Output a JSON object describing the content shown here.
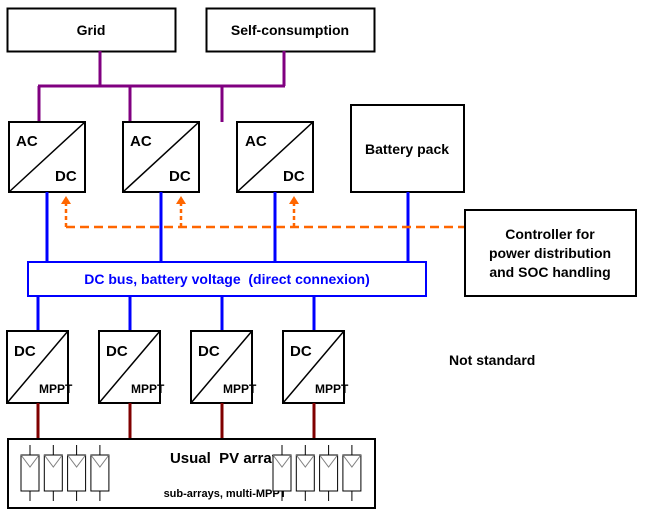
{
  "nodes": {
    "grid": "Grid",
    "self_consumption": "Self-consumption",
    "battery": "Battery pack",
    "controller": [
      "Controller for",
      "power distribution",
      "and SOC handling"
    ],
    "dc_bus": "DC bus, battery voltage  (direct connexion)",
    "not_standard": "Not standard",
    "pv_array_title": "Usual  PV array",
    "pv_array_subtitle": "sub-arrays, multi-MPPT"
  },
  "inverters": [
    {
      "top": "AC",
      "bottom": "DC"
    },
    {
      "top": "AC",
      "bottom": "DC"
    },
    {
      "top": "AC",
      "bottom": "DC"
    }
  ],
  "mppt_converters": [
    {
      "top": "DC",
      "bottom": "MPPT"
    },
    {
      "top": "DC",
      "bottom": "MPPT"
    },
    {
      "top": "DC",
      "bottom": "MPPT"
    },
    {
      "top": "DC",
      "bottom": "MPPT"
    }
  ],
  "colors": {
    "ac_link": "#800080",
    "dc_link": "#0000ff",
    "pv_link": "#800000",
    "control_link": "#ff6600",
    "box_stroke": "#000000",
    "bus_text": "#0000ff"
  },
  "pv_modules": {
    "left_group_count": 4,
    "right_group_count": 4
  }
}
